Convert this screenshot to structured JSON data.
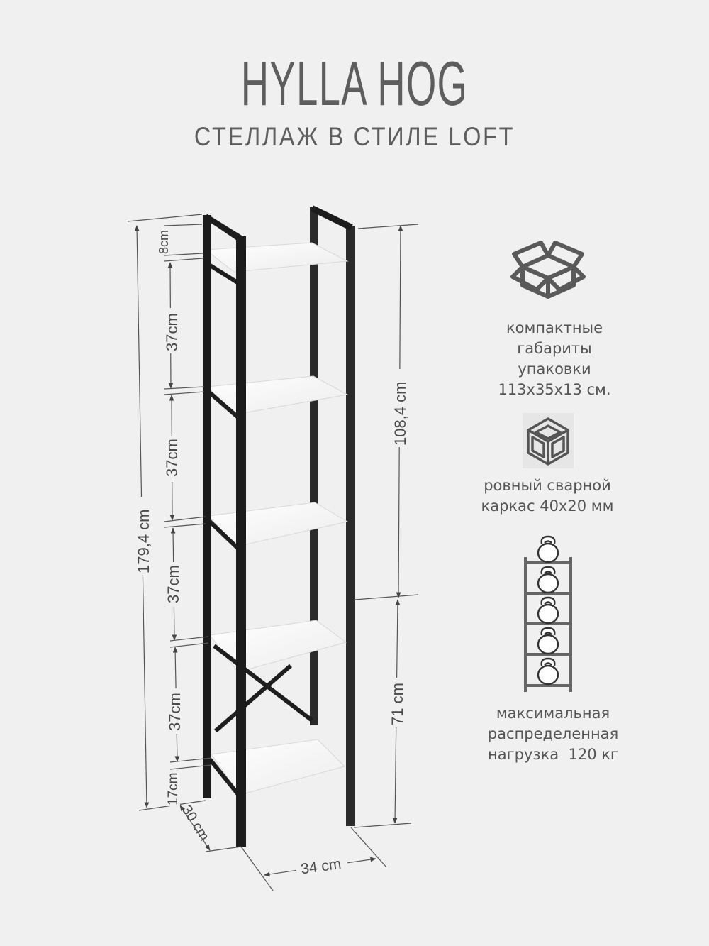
{
  "header": {
    "title": "HYLLA HOG",
    "subtitle": "СТЕЛЛАЖ В СТИЛЕ LOFT"
  },
  "dimensions": {
    "top_gap": "8cm",
    "shelf_gaps": [
      "37cm",
      "37cm",
      "37cm",
      "37cm"
    ],
    "bottom_gap": "17cm",
    "total_height": "179,4 cm",
    "upper_height": "108,4 cm",
    "lower_height": "71 cm",
    "depth": "30 cm",
    "width": "34 cm"
  },
  "features": [
    {
      "icon": "open-box-icon",
      "lines": [
        "компактные",
        "габариты",
        "упаковки",
        "113х35х13 см."
      ]
    },
    {
      "icon": "welded-frame-cube-icon",
      "lines": [
        "ровный сварной",
        "каркас 40х20 мм"
      ]
    },
    {
      "icon": "kettlebell-shelf-icon",
      "lines": [
        "максимальная",
        "распределенная",
        "нагрузка  120 кг"
      ]
    }
  ],
  "colors": {
    "background": "#f0f0f0",
    "text": "#5e5e5e",
    "frame": "#1e1e1e",
    "shelf": "#f8f8f8",
    "dimension_line": "#555555"
  }
}
